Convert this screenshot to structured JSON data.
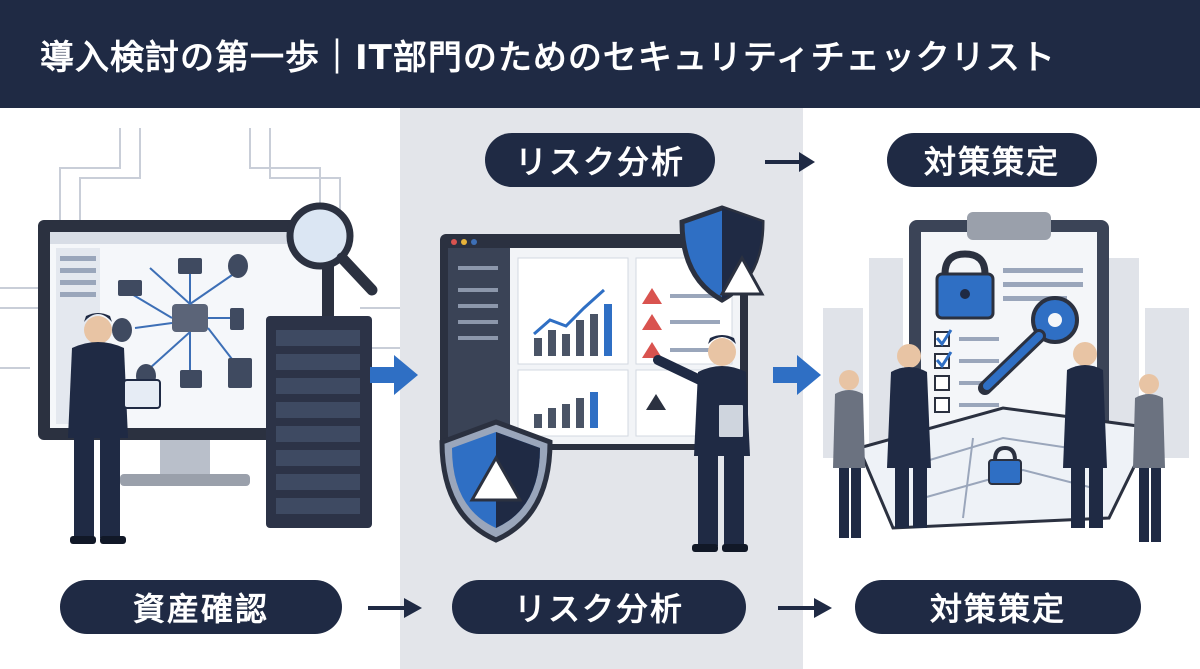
{
  "header": {
    "title": "導入検討の第一歩｜IT部門のためのセキュリティチェックリスト"
  },
  "top_flow": {
    "step1": "リスク分析",
    "step2": "対策策定"
  },
  "bottom_flow": {
    "step1": "資産確認",
    "step2": "リスク分析",
    "step3": "対策策定"
  },
  "colors": {
    "navy": "#1f2a44",
    "accent_blue": "#2f6fc4",
    "panel_gray": "#e3e5ea",
    "warning_red": "#d9534f"
  },
  "icons": [
    "arrow-right-icon",
    "magnifier-icon",
    "shield-warning-icon",
    "warning-icon",
    "lock-icon",
    "key-icon",
    "checkbox-icon"
  ]
}
